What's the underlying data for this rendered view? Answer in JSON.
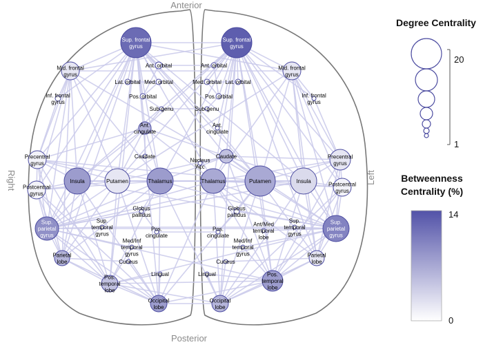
{
  "orientation": {
    "top": "Anterior",
    "bottom": "Posterior",
    "left": "Right",
    "right": "Left"
  },
  "colors": {
    "edge": "#c9c9ea",
    "node_stroke": "#4b4ba0",
    "scale_low": "#ffffff",
    "scale_high": "#5252a8",
    "hemisphere_outline": "#777777"
  },
  "legend": {
    "degree": {
      "title": "Degree Centrality",
      "max_label": "20",
      "min_label": "1",
      "max": 20,
      "min": 1
    },
    "betweenness": {
      "title_line1": "Betweenness",
      "title_line2": "Centrality (%)",
      "max_label": "14",
      "min_label": "0",
      "max": 14,
      "min": 0
    }
  },
  "nodes": [
    {
      "id": "r-sfg",
      "lines": [
        "Sup. frontal",
        "gyrus"
      ],
      "degree": 20,
      "betweenness": 12
    },
    {
      "id": "r-mfg",
      "lines": [
        "Mid. frontal",
        "gyrus"
      ],
      "degree": 11,
      "betweenness": 2
    },
    {
      "id": "r-aorb",
      "lines": [
        "Ant. orbital"
      ],
      "degree": 3,
      "betweenness": 0.3
    },
    {
      "id": "r-lorb",
      "lines": [
        "Lat. orbital"
      ],
      "degree": 2,
      "betweenness": 0.2
    },
    {
      "id": "r-morb",
      "lines": [
        "Med. orbital"
      ],
      "degree": 2,
      "betweenness": 0.2
    },
    {
      "id": "r-porb",
      "lines": [
        "Pos. orbital"
      ],
      "degree": 2,
      "betweenness": 0.2
    },
    {
      "id": "r-ifg",
      "lines": [
        "Inf. frontal",
        "gyrus"
      ],
      "degree": 2,
      "betweenness": 0.2
    },
    {
      "id": "r-subgenu",
      "lines": [
        "Sub-genu"
      ],
      "degree": 1,
      "betweenness": 0
    },
    {
      "id": "r-acing",
      "lines": [
        "Ant.",
        "cingulate"
      ],
      "degree": 7,
      "betweenness": 6
    },
    {
      "id": "r-caud",
      "lines": [
        "Caudate"
      ],
      "degree": 1,
      "betweenness": 0
    },
    {
      "id": "r-precg",
      "lines": [
        "Precentral",
        "gyrus"
      ],
      "degree": 11,
      "betweenness": 1
    },
    {
      "id": "r-postcg",
      "lines": [
        "Postcentral",
        "gyrus"
      ],
      "degree": 11,
      "betweenness": 1
    },
    {
      "id": "r-insula",
      "lines": [
        "Insula"
      ],
      "degree": 17,
      "betweenness": 8
    },
    {
      "id": "r-put",
      "lines": [
        "Putamen"
      ],
      "degree": 16,
      "betweenness": 2
    },
    {
      "id": "r-thal",
      "lines": [
        "Thalamus"
      ],
      "degree": 17,
      "betweenness": 8
    },
    {
      "id": "r-gp",
      "lines": [
        "Globus",
        "pallidus"
      ],
      "degree": 1,
      "betweenness": 0
    },
    {
      "id": "r-spg",
      "lines": [
        "Sup.",
        "parietal",
        "gyrus"
      ],
      "degree": 15,
      "betweenness": 9
    },
    {
      "id": "r-stg",
      "lines": [
        "Sup.",
        "temporal",
        "gyrus"
      ],
      "degree": 1,
      "betweenness": 0
    },
    {
      "id": "r-pcing",
      "lines": [
        "Pos.",
        "cingulate"
      ],
      "degree": 1,
      "betweenness": 0
    },
    {
      "id": "r-mitg",
      "lines": [
        "Med/Inf",
        "temporal",
        "gyrus"
      ],
      "degree": 1,
      "betweenness": 0
    },
    {
      "id": "r-parl",
      "lines": [
        "Parietal",
        "lobe"
      ],
      "degree": 9,
      "betweenness": 6
    },
    {
      "id": "r-cun",
      "lines": [
        "Cuneus"
      ],
      "degree": 1,
      "betweenness": 0
    },
    {
      "id": "r-ling",
      "lines": [
        "Lingual"
      ],
      "degree": 1,
      "betweenness": 0
    },
    {
      "id": "r-ptl",
      "lines": [
        "Pos.",
        "temporal",
        "lobe"
      ],
      "degree": 10,
      "betweenness": 5
    },
    {
      "id": "r-occ",
      "lines": [
        "Occipital",
        "lobe"
      ],
      "degree": 10,
      "betweenness": 8
    },
    {
      "id": "l-sfg",
      "lines": [
        "Sup. frontal",
        "gyrus"
      ],
      "degree": 20,
      "betweenness": 13
    },
    {
      "id": "l-mfg",
      "lines": [
        "Mid. frontal",
        "gyrus"
      ],
      "degree": 11,
      "betweenness": 2
    },
    {
      "id": "l-aorb",
      "lines": [
        "Ant. orbital"
      ],
      "degree": 2,
      "betweenness": 0.2
    },
    {
      "id": "l-morb",
      "lines": [
        "Med. orbital"
      ],
      "degree": 2,
      "betweenness": 0.2
    },
    {
      "id": "l-lorb",
      "lines": [
        "Lat. orbital"
      ],
      "degree": 2,
      "betweenness": 0.2
    },
    {
      "id": "l-porb",
      "lines": [
        "Pos. orbital"
      ],
      "degree": 2,
      "betweenness": 0.2
    },
    {
      "id": "l-ifg",
      "lines": [
        "Inf. frontal",
        "gyrus"
      ],
      "degree": 1,
      "betweenness": 0
    },
    {
      "id": "l-subgenu",
      "lines": [
        "Sub-genu"
      ],
      "degree": 1,
      "betweenness": 0
    },
    {
      "id": "l-acing",
      "lines": [
        "Ant.",
        "cingulate"
      ],
      "degree": 1,
      "betweenness": 0
    },
    {
      "id": "l-caud",
      "lines": [
        "Caudate"
      ],
      "degree": 8,
      "betweenness": 5
    },
    {
      "id": "l-nacc",
      "lines": [
        "Nucleus",
        "Acc"
      ],
      "degree": 1,
      "betweenness": 0
    },
    {
      "id": "l-precg",
      "lines": [
        "Precentral",
        "gyrus"
      ],
      "degree": 13,
      "betweenness": 2
    },
    {
      "id": "l-postcg",
      "lines": [
        "Postcentral",
        "gyrus"
      ],
      "degree": 11,
      "betweenness": 1
    },
    {
      "id": "l-thal",
      "lines": [
        "Thalamus"
      ],
      "degree": 16,
      "betweenness": 7
    },
    {
      "id": "l-put",
      "lines": [
        "Putamen"
      ],
      "degree": 20,
      "betweenness": 7
    },
    {
      "id": "l-insula",
      "lines": [
        "Insula"
      ],
      "degree": 17,
      "betweenness": 3
    },
    {
      "id": "l-gp",
      "lines": [
        "Globus",
        "pallidus"
      ],
      "degree": 2,
      "betweenness": 0.5
    },
    {
      "id": "l-amtl",
      "lines": [
        "Ant/Med",
        "temporal",
        "lobe"
      ],
      "degree": 1,
      "betweenness": 0
    },
    {
      "id": "l-stg",
      "lines": [
        "Sup.",
        "temporal",
        "gyrus"
      ],
      "degree": 1,
      "betweenness": 0
    },
    {
      "id": "l-spg",
      "lines": [
        "Sup.",
        "parietal",
        "gyrus"
      ],
      "degree": 17,
      "betweenness": 10
    },
    {
      "id": "l-pcing",
      "lines": [
        "Pos.",
        "cingulate"
      ],
      "degree": 1,
      "betweenness": 0
    },
    {
      "id": "l-mitg",
      "lines": [
        "Med/Inf",
        "temporal",
        "gyrus"
      ],
      "degree": 1,
      "betweenness": 0
    },
    {
      "id": "l-parl",
      "lines": [
        "Parietal",
        "lobe"
      ],
      "degree": 9,
      "betweenness": 2
    },
    {
      "id": "l-cun",
      "lines": [
        "Cuneus"
      ],
      "degree": 1,
      "betweenness": 0
    },
    {
      "id": "l-ling",
      "lines": [
        "Lingual"
      ],
      "degree": 1,
      "betweenness": 0
    },
    {
      "id": "l-ptl",
      "lines": [
        "Pos.",
        "temporal",
        "lobe"
      ],
      "degree": 13,
      "betweenness": 8
    },
    {
      "id": "l-occ",
      "lines": [
        "Occipital",
        "lobe"
      ],
      "degree": 10,
      "betweenness": 6
    }
  ],
  "edges": [
    [
      "r-sfg",
      "l-sfg"
    ],
    [
      "r-sfg",
      "r-mfg"
    ],
    [
      "r-sfg",
      "r-aorb"
    ],
    [
      "r-sfg",
      "r-lorb"
    ],
    [
      "r-sfg",
      "r-morb"
    ],
    [
      "r-sfg",
      "r-porb"
    ],
    [
      "r-sfg",
      "r-ifg"
    ],
    [
      "r-sfg",
      "r-acing"
    ],
    [
      "r-sfg",
      "r-precg"
    ],
    [
      "r-sfg",
      "r-postcg"
    ],
    [
      "r-sfg",
      "r-insula"
    ],
    [
      "r-sfg",
      "r-put"
    ],
    [
      "r-sfg",
      "r-thal"
    ],
    [
      "r-sfg",
      "r-spg"
    ],
    [
      "r-sfg",
      "r-parl"
    ],
    [
      "r-sfg",
      "r-ptl"
    ],
    [
      "r-sfg",
      "r-occ"
    ],
    [
      "r-sfg",
      "l-mfg"
    ],
    [
      "r-sfg",
      "l-acing"
    ],
    [
      "r-sfg",
      "l-put"
    ],
    [
      "r-sfg",
      "l-thal"
    ],
    [
      "r-sfg",
      "l-caud"
    ],
    [
      "r-sfg",
      "l-insula"
    ],
    [
      "l-sfg",
      "l-mfg"
    ],
    [
      "l-sfg",
      "l-aorb"
    ],
    [
      "l-sfg",
      "l-morb"
    ],
    [
      "l-sfg",
      "l-lorb"
    ],
    [
      "l-sfg",
      "l-porb"
    ],
    [
      "l-sfg",
      "l-ifg"
    ],
    [
      "l-sfg",
      "l-acing"
    ],
    [
      "l-sfg",
      "l-caud"
    ],
    [
      "l-sfg",
      "l-precg"
    ],
    [
      "l-sfg",
      "l-postcg"
    ],
    [
      "l-sfg",
      "l-insula"
    ],
    [
      "l-sfg",
      "l-put"
    ],
    [
      "l-sfg",
      "l-thal"
    ],
    [
      "l-sfg",
      "l-spg"
    ],
    [
      "l-sfg",
      "l-parl"
    ],
    [
      "l-sfg",
      "l-ptl"
    ],
    [
      "l-sfg",
      "l-occ"
    ],
    [
      "l-sfg",
      "r-mfg"
    ],
    [
      "l-sfg",
      "r-acing"
    ],
    [
      "l-sfg",
      "r-thal"
    ],
    [
      "l-sfg",
      "r-insula"
    ],
    [
      "l-sfg",
      "r-put"
    ],
    [
      "r-mfg",
      "r-precg"
    ],
    [
      "r-mfg",
      "r-insula"
    ],
    [
      "r-mfg",
      "r-put"
    ],
    [
      "r-mfg",
      "r-thal"
    ],
    [
      "r-mfg",
      "r-spg"
    ],
    [
      "r-mfg",
      "r-parl"
    ],
    [
      "r-mfg",
      "r-ifg"
    ],
    [
      "r-mfg",
      "r-postcg"
    ],
    [
      "r-mfg",
      "l-put"
    ],
    [
      "r-mfg",
      "l-mfg"
    ],
    [
      "l-mfg",
      "l-precg"
    ],
    [
      "l-mfg",
      "l-insula"
    ],
    [
      "l-mfg",
      "l-put"
    ],
    [
      "l-mfg",
      "l-thal"
    ],
    [
      "l-mfg",
      "l-spg"
    ],
    [
      "l-mfg",
      "l-parl"
    ],
    [
      "l-mfg",
      "l-ifg"
    ],
    [
      "l-mfg",
      "l-postcg"
    ],
    [
      "l-mfg",
      "r-put"
    ],
    [
      "r-insula",
      "r-put"
    ],
    [
      "r-insula",
      "r-thal"
    ],
    [
      "r-insula",
      "r-precg"
    ],
    [
      "r-insula",
      "r-postcg"
    ],
    [
      "r-insula",
      "r-spg"
    ],
    [
      "r-insula",
      "r-parl"
    ],
    [
      "r-insula",
      "r-ptl"
    ],
    [
      "r-insula",
      "r-occ"
    ],
    [
      "r-insula",
      "r-acing"
    ],
    [
      "r-insula",
      "l-insula"
    ],
    [
      "r-insula",
      "l-put"
    ],
    [
      "r-insula",
      "l-thal"
    ],
    [
      "r-insula",
      "l-spg"
    ],
    [
      "l-insula",
      "l-put"
    ],
    [
      "l-insula",
      "l-thal"
    ],
    [
      "l-insula",
      "l-precg"
    ],
    [
      "l-insula",
      "l-postcg"
    ],
    [
      "l-insula",
      "l-spg"
    ],
    [
      "l-insula",
      "l-parl"
    ],
    [
      "l-insula",
      "l-ptl"
    ],
    [
      "l-insula",
      "l-occ"
    ],
    [
      "l-insula",
      "l-caud"
    ],
    [
      "l-insula",
      "r-put"
    ],
    [
      "l-insula",
      "r-thal"
    ],
    [
      "l-insula",
      "r-spg"
    ],
    [
      "r-put",
      "r-thal"
    ],
    [
      "r-put",
      "r-precg"
    ],
    [
      "r-put",
      "r-postcg"
    ],
    [
      "r-put",
      "r-spg"
    ],
    [
      "r-put",
      "r-parl"
    ],
    [
      "r-put",
      "r-ptl"
    ],
    [
      "r-put",
      "r-occ"
    ],
    [
      "r-put",
      "r-acing"
    ],
    [
      "r-put",
      "l-put"
    ],
    [
      "r-put",
      "l-thal"
    ],
    [
      "r-put",
      "l-caud"
    ],
    [
      "l-put",
      "l-thal"
    ],
    [
      "l-put",
      "l-precg"
    ],
    [
      "l-put",
      "l-postcg"
    ],
    [
      "l-put",
      "l-spg"
    ],
    [
      "l-put",
      "l-parl"
    ],
    [
      "l-put",
      "l-ptl"
    ],
    [
      "l-put",
      "l-occ"
    ],
    [
      "l-put",
      "l-caud"
    ],
    [
      "l-put",
      "l-gp"
    ],
    [
      "l-put",
      "l-acing"
    ],
    [
      "l-put",
      "r-thal"
    ],
    [
      "l-put",
      "r-spg"
    ],
    [
      "l-put",
      "r-occ"
    ],
    [
      "l-put",
      "r-precg"
    ],
    [
      "r-thal",
      "r-precg"
    ],
    [
      "r-thal",
      "r-postcg"
    ],
    [
      "r-thal",
      "r-spg"
    ],
    [
      "r-thal",
      "r-parl"
    ],
    [
      "r-thal",
      "r-ptl"
    ],
    [
      "r-thal",
      "r-occ"
    ],
    [
      "r-thal",
      "r-acing"
    ],
    [
      "r-thal",
      "r-gp"
    ],
    [
      "r-thal",
      "l-thal"
    ],
    [
      "r-thal",
      "l-caud"
    ],
    [
      "r-thal",
      "l-spg"
    ],
    [
      "r-thal",
      "l-occ"
    ],
    [
      "l-thal",
      "l-precg"
    ],
    [
      "l-thal",
      "l-postcg"
    ],
    [
      "l-thal",
      "l-spg"
    ],
    [
      "l-thal",
      "l-parl"
    ],
    [
      "l-thal",
      "l-ptl"
    ],
    [
      "l-thal",
      "l-occ"
    ],
    [
      "l-thal",
      "l-caud"
    ],
    [
      "l-thal",
      "l-gp"
    ],
    [
      "l-thal",
      "r-spg"
    ],
    [
      "l-thal",
      "r-occ"
    ],
    [
      "l-thal",
      "r-acing"
    ],
    [
      "r-precg",
      "r-postcg"
    ],
    [
      "r-precg",
      "r-spg"
    ],
    [
      "r-precg",
      "r-parl"
    ],
    [
      "r-precg",
      "r-ptl"
    ],
    [
      "r-precg",
      "r-acing"
    ],
    [
      "r-postcg",
      "r-spg"
    ],
    [
      "r-postcg",
      "r-parl"
    ],
    [
      "r-postcg",
      "r-ptl"
    ],
    [
      "r-postcg",
      "r-occ"
    ],
    [
      "l-precg",
      "l-postcg"
    ],
    [
      "l-precg",
      "l-spg"
    ],
    [
      "l-precg",
      "l-parl"
    ],
    [
      "l-precg",
      "l-ptl"
    ],
    [
      "l-precg",
      "l-caud"
    ],
    [
      "l-postcg",
      "l-spg"
    ],
    [
      "l-postcg",
      "l-parl"
    ],
    [
      "l-postcg",
      "l-ptl"
    ],
    [
      "l-postcg",
      "l-occ"
    ],
    [
      "r-spg",
      "r-parl"
    ],
    [
      "r-spg",
      "r-ptl"
    ],
    [
      "r-spg",
      "r-occ"
    ],
    [
      "r-spg",
      "l-spg"
    ],
    [
      "r-spg",
      "l-ptl"
    ],
    [
      "r-spg",
      "r-stg"
    ],
    [
      "r-spg",
      "r-mitg"
    ],
    [
      "l-spg",
      "l-parl"
    ],
    [
      "l-spg",
      "l-ptl"
    ],
    [
      "l-spg",
      "l-occ"
    ],
    [
      "l-spg",
      "r-ptl"
    ],
    [
      "l-spg",
      "l-stg"
    ],
    [
      "l-spg",
      "l-mitg"
    ],
    [
      "l-spg",
      "l-amtl"
    ],
    [
      "r-parl",
      "r-ptl"
    ],
    [
      "r-parl",
      "r-occ"
    ],
    [
      "r-parl",
      "r-cun"
    ],
    [
      "l-parl",
      "l-ptl"
    ],
    [
      "l-parl",
      "l-occ"
    ],
    [
      "l-parl",
      "l-cun"
    ],
    [
      "r-ptl",
      "r-occ"
    ],
    [
      "r-ptl",
      "l-ptl"
    ],
    [
      "r-ptl",
      "r-ling"
    ],
    [
      "r-ptl",
      "r-mitg"
    ],
    [
      "r-ptl",
      "l-occ"
    ],
    [
      "l-ptl",
      "l-occ"
    ],
    [
      "l-ptl",
      "l-ling"
    ],
    [
      "l-ptl",
      "l-mitg"
    ],
    [
      "l-ptl",
      "r-occ"
    ],
    [
      "r-occ",
      "l-occ"
    ],
    [
      "r-occ",
      "r-cun"
    ],
    [
      "r-occ",
      "r-ling"
    ],
    [
      "l-occ",
      "l-cun"
    ],
    [
      "l-occ",
      "l-ling"
    ],
    [
      "r-acing",
      "l-caud"
    ],
    [
      "r-acing",
      "r-caud"
    ],
    [
      "r-acing",
      "r-subgenu"
    ],
    [
      "r-acing",
      "r-spg"
    ],
    [
      "l-caud",
      "l-nacc"
    ],
    [
      "l-caud",
      "l-spg"
    ],
    [
      "l-caud",
      "l-ptl"
    ],
    [
      "r-gp",
      "r-spg"
    ],
    [
      "r-gp",
      "r-pcing"
    ],
    [
      "l-gp",
      "l-pcing"
    ],
    [
      "l-gp",
      "l-spg"
    ],
    [
      "r-pcing",
      "l-pcing"
    ],
    [
      "r-stg",
      "l-stg"
    ],
    [
      "r-mitg",
      "l-mitg"
    ],
    [
      "r-aorb",
      "r-porb"
    ],
    [
      "r-lorb",
      "r-morb"
    ],
    [
      "r-morb",
      "r-porb"
    ],
    [
      "r-porb",
      "r-subgenu"
    ],
    [
      "l-aorb",
      "l-porb"
    ],
    [
      "l-lorb",
      "l-morb"
    ],
    [
      "l-morb",
      "l-porb"
    ],
    [
      "l-porb",
      "l-subgenu"
    ],
    [
      "r-ifg",
      "r-precg"
    ],
    [
      "l-ifg",
      "l-precg"
    ],
    [
      "r-aorb",
      "l-aorb"
    ],
    [
      "r-subgenu",
      "l-subgenu"
    ]
  ]
}
